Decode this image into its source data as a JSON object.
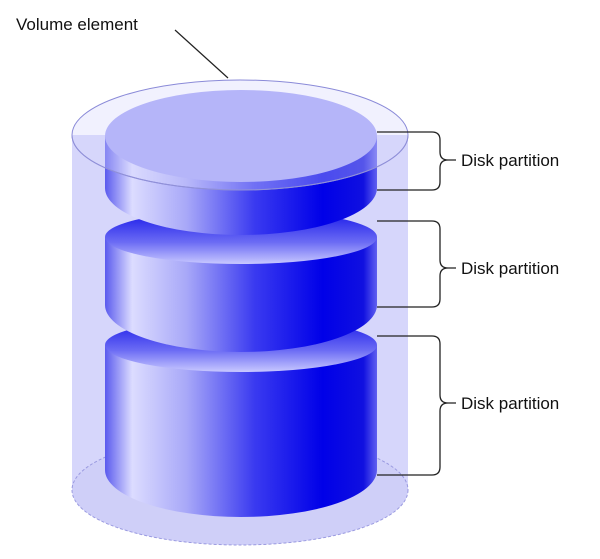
{
  "diagram": {
    "volume_label": "Volume element",
    "partitions": [
      {
        "label": "Disk partition"
      },
      {
        "label": "Disk partition"
      },
      {
        "label": "Disk partition"
      }
    ],
    "colors": {
      "volume": "#d6d6fb",
      "disk_top": "#a3a3f7",
      "disk_dark": "#0000e8",
      "disk_light": "#dcdcff"
    }
  }
}
